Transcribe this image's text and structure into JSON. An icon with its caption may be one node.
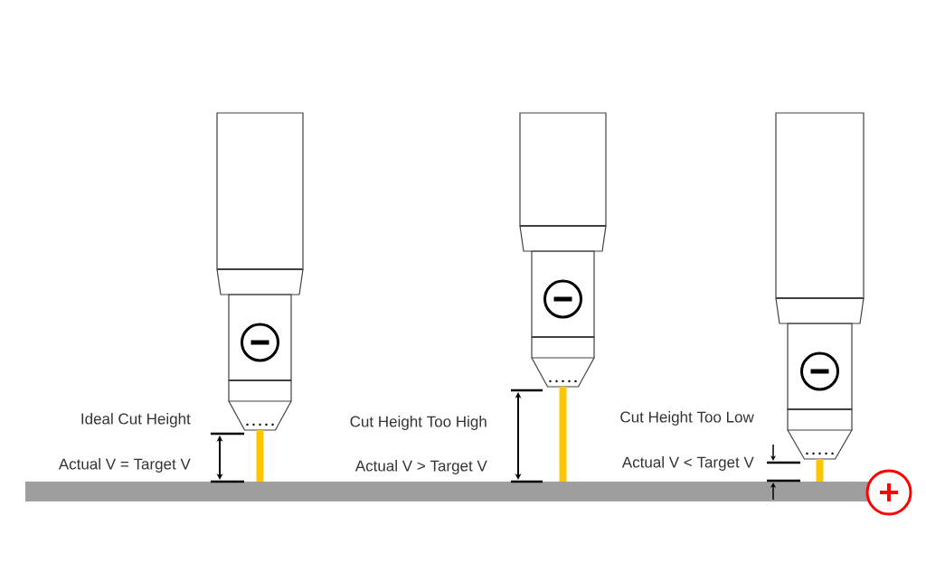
{
  "diagram": {
    "labels": [
      "Ideal Cut Height",
      "Actual V = Target V",
      "Cut Height Too High",
      "Actual V > Target V",
      "Cut Height Too Low",
      "Actual V < Target V"
    ]
  }
}
